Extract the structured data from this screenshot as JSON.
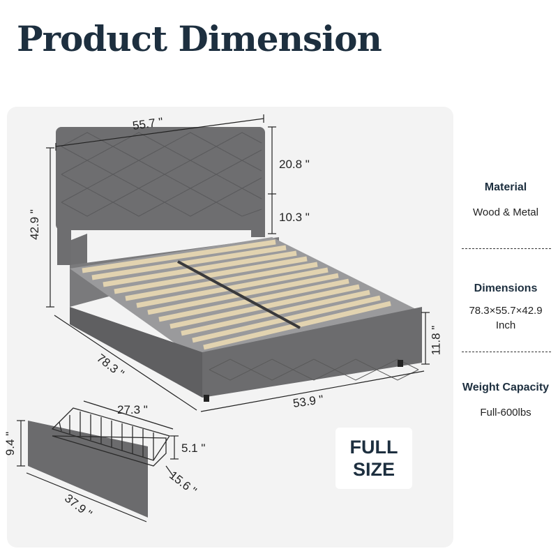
{
  "title": "Product Dimension",
  "dimensions": {
    "headboard_width": "55.7 \"",
    "headboard_height": "20.8 \"",
    "leg_clearance": "10.3 \"",
    "total_height": "42.9 \"",
    "length": "78.3 \"",
    "footboard_width": "53.9 \"",
    "side_height": "11.8 \"",
    "drawer_width": "27.3 \"",
    "drawer_height": "5.1 \"",
    "drawer_depth": "15.6 \"",
    "drawer_front_width": "37.9 \"",
    "drawer_front_height": "9.4 \""
  },
  "size_badge": [
    "FULL",
    "SIZE"
  ],
  "specs": {
    "material_label": "Material",
    "material_value": "Wood & Metal",
    "dimensions_label": "Dimensions",
    "dimensions_value_1": "78.3×55.7×42.9",
    "dimensions_value_2": "Inch",
    "weight_label": "Weight Capacity",
    "weight_value": "Full-600lbs"
  },
  "colors": {
    "title": "#1d2f3f",
    "fabric": "#6e6e70",
    "slat": "#d9c9a6",
    "panel": "#f3f3f3"
  }
}
